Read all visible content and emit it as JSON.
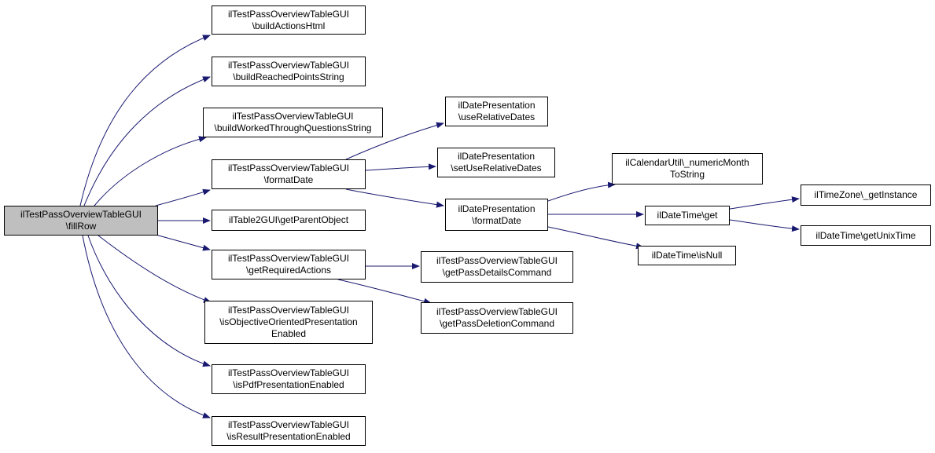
{
  "colors": {
    "edge": "#191970",
    "border": "#000000",
    "root_fill": "#bfbfbf",
    "node_fill": "#ffffff"
  },
  "nodes": [
    {
      "id": "fillRow",
      "root": true,
      "lines": [
        "ilTestPassOverviewTableGUI",
        "\\fillRow"
      ]
    },
    {
      "id": "buildActionsHtml",
      "lines": [
        "ilTestPassOverviewTableGUI",
        "\\buildActionsHtml"
      ]
    },
    {
      "id": "buildReachedPointsString",
      "lines": [
        "ilTestPassOverviewTableGUI",
        "\\buildReachedPointsString"
      ]
    },
    {
      "id": "buildWorkedThroughQuestionsString",
      "lines": [
        "ilTestPassOverviewTableGUI",
        "\\buildWorkedThroughQuestionsString"
      ]
    },
    {
      "id": "formatDateTable",
      "lines": [
        "ilTestPassOverviewTableGUI",
        "\\formatDate"
      ]
    },
    {
      "id": "getParentObject",
      "lines": [
        "ilTable2GUI\\getParentObject"
      ]
    },
    {
      "id": "getRequiredActions",
      "lines": [
        "ilTestPassOverviewTableGUI",
        "\\getRequiredActions"
      ]
    },
    {
      "id": "isObjectiveOriented",
      "lines": [
        "ilTestPassOverviewTableGUI",
        "\\isObjectiveOrientedPresentation",
        "Enabled"
      ]
    },
    {
      "id": "isPdf",
      "lines": [
        "ilTestPassOverviewTableGUI",
        "\\isPdfPresentationEnabled"
      ]
    },
    {
      "id": "isResult",
      "lines": [
        "ilTestPassOverviewTableGUI",
        "\\isResultPresentationEnabled"
      ]
    },
    {
      "id": "useRelativeDates",
      "lines": [
        "ilDatePresentation",
        "\\useRelativeDates"
      ]
    },
    {
      "id": "setUseRelativeDates",
      "lines": [
        "ilDatePresentation",
        "\\setUseRelativeDates"
      ]
    },
    {
      "id": "formatDatePres",
      "lines": [
        "ilDatePresentation",
        "\\formatDate"
      ]
    },
    {
      "id": "getPassDetailsCommand",
      "lines": [
        "ilTestPassOverviewTableGUI",
        "\\getPassDetailsCommand"
      ]
    },
    {
      "id": "getPassDeletionCommand",
      "lines": [
        "ilTestPassOverviewTableGUI",
        "\\getPassDeletionCommand"
      ]
    },
    {
      "id": "numericMonth",
      "lines": [
        "ilCalendarUtil\\_numericMonth",
        "ToString"
      ]
    },
    {
      "id": "dtGet",
      "lines": [
        "ilDateTime\\get"
      ]
    },
    {
      "id": "dtIsNull",
      "lines": [
        "ilDateTime\\isNull"
      ]
    },
    {
      "id": "tzGetInstance",
      "lines": [
        "ilTimeZone\\_getInstance"
      ]
    },
    {
      "id": "dtGetUnixTime",
      "lines": [
        "ilDateTime\\getUnixTime"
      ]
    }
  ],
  "edges": [
    [
      "fillRow",
      "buildActionsHtml"
    ],
    [
      "fillRow",
      "buildReachedPointsString"
    ],
    [
      "fillRow",
      "buildWorkedThroughQuestionsString"
    ],
    [
      "fillRow",
      "formatDateTable"
    ],
    [
      "fillRow",
      "getParentObject"
    ],
    [
      "fillRow",
      "getRequiredActions"
    ],
    [
      "fillRow",
      "isObjectiveOriented"
    ],
    [
      "fillRow",
      "isPdf"
    ],
    [
      "fillRow",
      "isResult"
    ],
    [
      "formatDateTable",
      "useRelativeDates"
    ],
    [
      "formatDateTable",
      "setUseRelativeDates"
    ],
    [
      "formatDateTable",
      "formatDatePres"
    ],
    [
      "getRequiredActions",
      "getPassDetailsCommand"
    ],
    [
      "getRequiredActions",
      "getPassDeletionCommand"
    ],
    [
      "formatDatePres",
      "numericMonth"
    ],
    [
      "formatDatePres",
      "dtGet"
    ],
    [
      "formatDatePres",
      "dtIsNull"
    ],
    [
      "dtGet",
      "tzGetInstance"
    ],
    [
      "dtGet",
      "dtGetUnixTime"
    ]
  ]
}
